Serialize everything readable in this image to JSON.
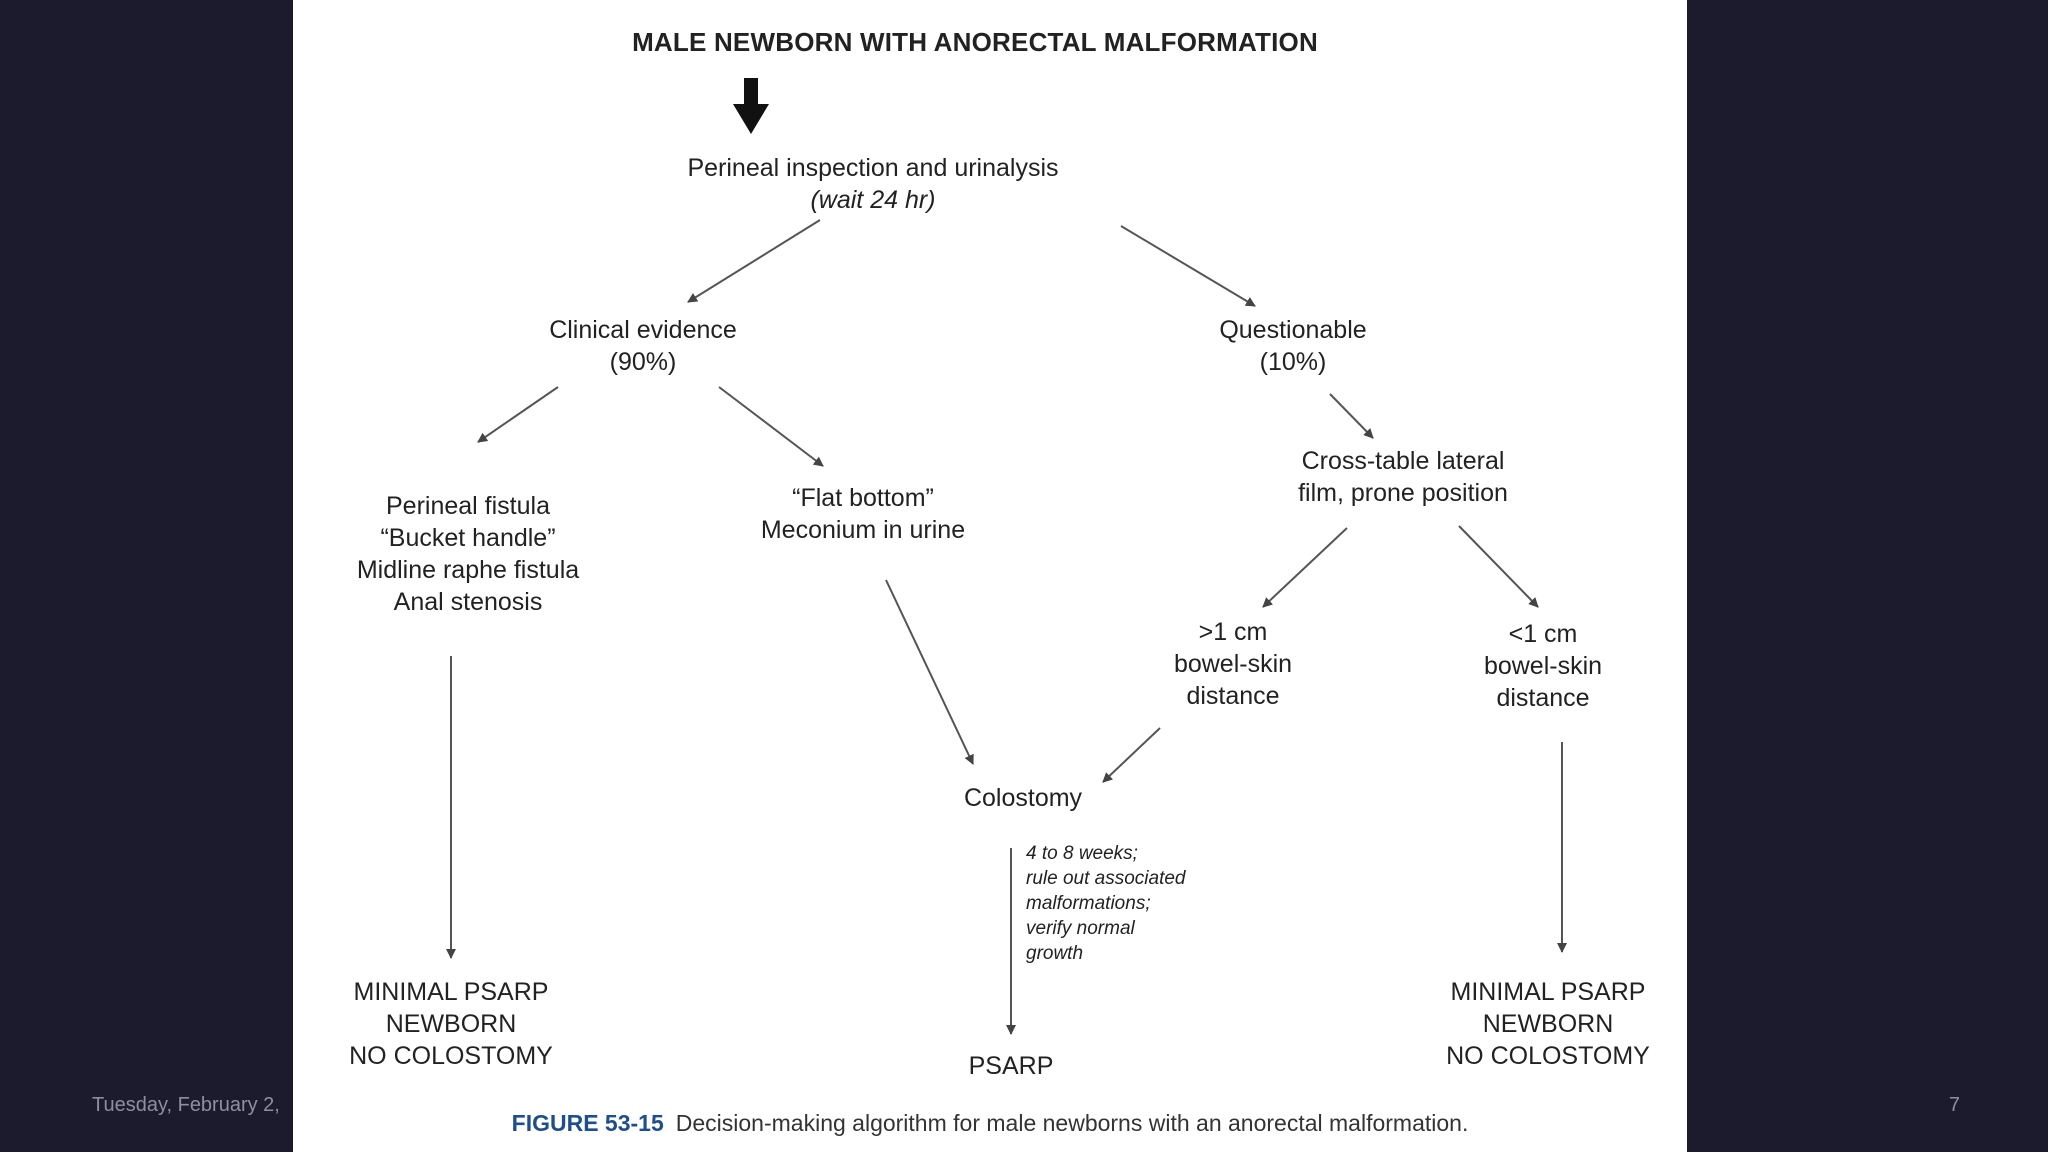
{
  "slide": {
    "footer_date": "Tuesday, February 2,",
    "slide_number": "7"
  },
  "diagram": {
    "title": "MALE NEWBORN WITH ANORECTAL MALFORMATION",
    "perineal": {
      "line1": "Perineal inspection and urinalysis",
      "line2": "(wait 24 hr)"
    },
    "clinical": {
      "line1": "Clinical evidence",
      "line2": "(90%)"
    },
    "questionable": {
      "line1": "Questionable",
      "line2": "(10%)"
    },
    "fistula": {
      "lines": [
        "Perineal fistula",
        "“Bucket handle”",
        "Midline raphe fistula",
        "Anal stenosis"
      ]
    },
    "flat_bottom": {
      "line1": "“Flat bottom”",
      "line2": "Meconium in urine"
    },
    "cross_table": {
      "line1": "Cross-table lateral",
      "line2": "film, prone position"
    },
    "gt1cm": {
      "lines": [
        ">1 cm",
        "bowel-skin",
        "distance"
      ]
    },
    "lt1cm": {
      "lines": [
        "<1 cm",
        "bowel-skin",
        "distance"
      ]
    },
    "colostomy": "Colostomy",
    "colostomy_note": {
      "lines": [
        "4 to 8 weeks;",
        "rule out associated",
        "malformations;",
        "verify normal",
        "growth"
      ]
    },
    "minimal_left": {
      "lines": [
        "MINIMAL PSARP",
        "NEWBORN",
        "NO COLOSTOMY"
      ]
    },
    "psarp": "PSARP",
    "minimal_right": {
      "lines": [
        "MINIMAL PSARP",
        "NEWBORN",
        "NO COLOSTOMY"
      ]
    }
  },
  "caption": {
    "label": "FIGURE 53-15",
    "text": "Decision-making algorithm for male newborns with an anorectal malformation."
  }
}
